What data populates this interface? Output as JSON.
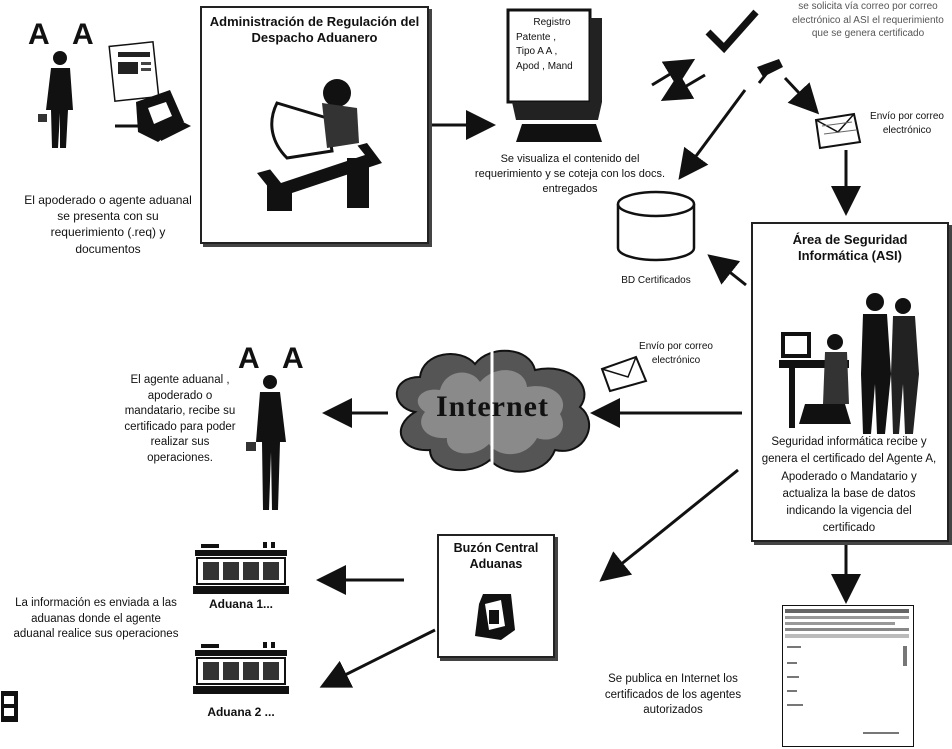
{
  "agent_labels": {
    "left": "A",
    "right": "A"
  },
  "step1_text": "El apoderado o agente aduanal se presenta con su requerimiento (.req) y documentos",
  "admin_box_title": "Administración de Regulación del Despacho Aduanero",
  "monitor": {
    "title": "Registro",
    "line1": "Patente ,",
    "line2": "Tipo A A ,",
    "line3": "Apod , Mand"
  },
  "visualize_text": "Se visualiza el contenido del requerimiento y se coteja con los docs. entregados",
  "top_right_text": "se solicita vía correo por correo electrónico al ASI el requerimiento que se genera certificado",
  "email_text_top": "Envío por correo electrónico",
  "db_label": "BD Certificados",
  "asi_box": {
    "title": "Área de Seguridad Informática (ASI)",
    "text": "Seguridad informática recibe y genera el certificado del Agente A, Apoderado o Mandatario y actualiza la base de datos indicando la vigencia del certificado"
  },
  "email_text_mid": "Envío por correo electrónico",
  "internet_label": "Internet",
  "agent_receives_text": "El agente aduanal , apoderado o mandatario, recibe su certificado para poder realizar sus operaciones.",
  "buzon_title": "Buzón Central Aduanas",
  "aduana1_label": "Aduana 1...",
  "aduana2_label": "Aduana 2 ...",
  "aduanas_text": "La información es enviada a las aduanas donde el agente aduanal realice sus operaciones",
  "publish_text": "Se publica en Internet los certificados de los agentes autorizados"
}
